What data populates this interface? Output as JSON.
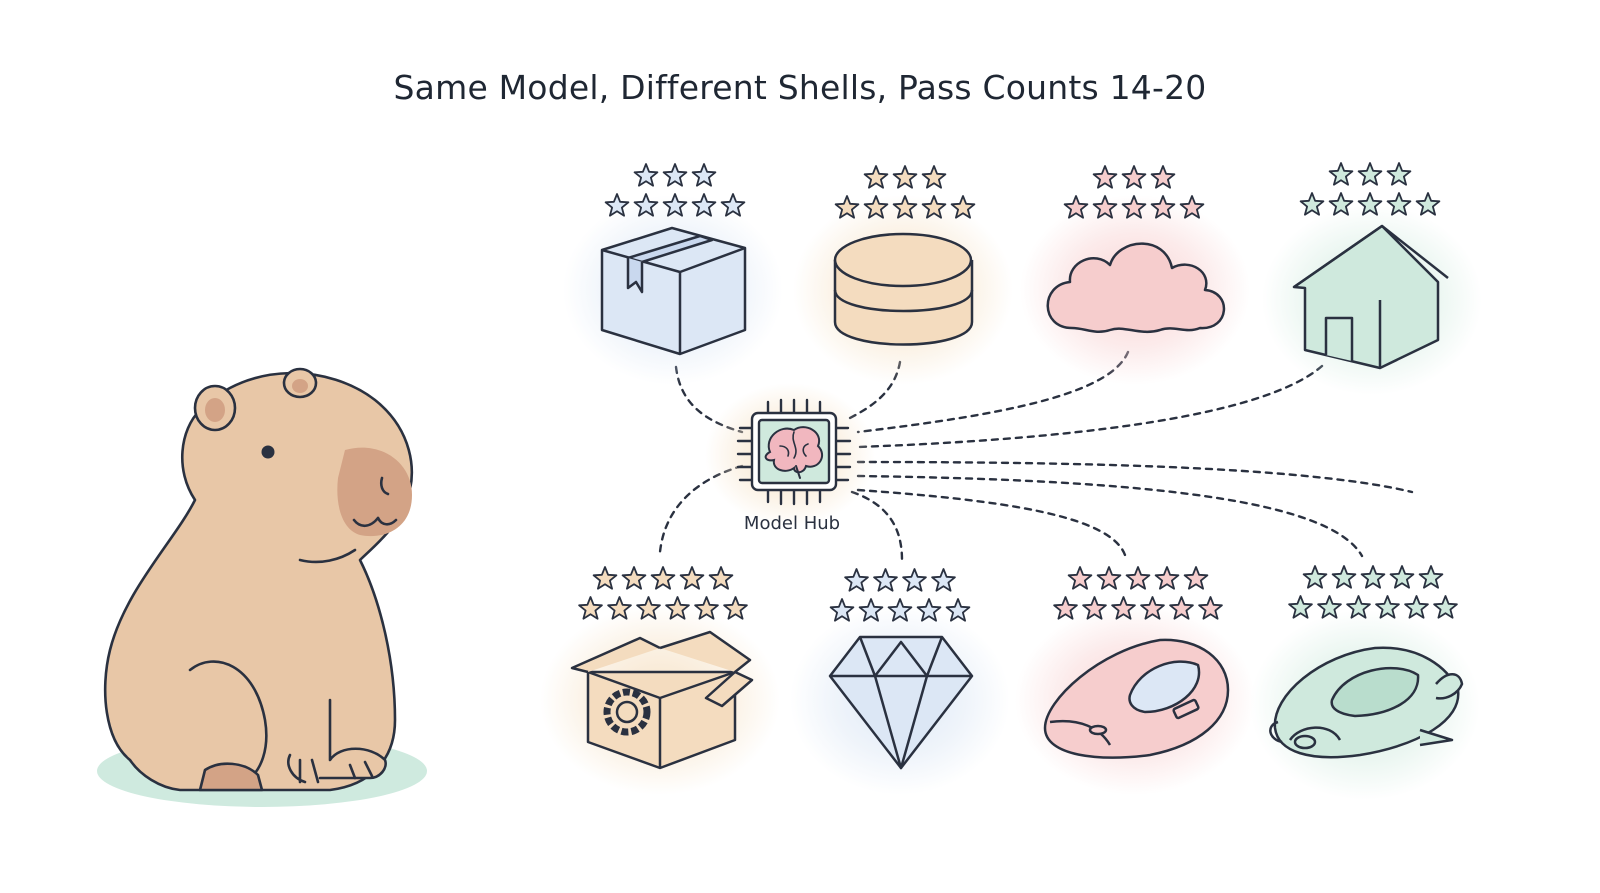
{
  "title": "Same Model, Different Shells, Pass Counts 14-20",
  "hub": {
    "label": "Model Hub",
    "icon": "brain-chip-icon"
  },
  "mascot": {
    "icon": "capybara-icon"
  },
  "colors": {
    "ink": "#2a3140",
    "blue": "#dce7f5",
    "tan": "#f4dcbf",
    "pink": "#f6cdcd",
    "mint": "#cfe9dd",
    "capybara": "#e8c7a7",
    "snout": "#d3a386",
    "shadow": "#cfeadf"
  },
  "shells": [
    {
      "id": "box",
      "icon": "package-icon",
      "stars": 8,
      "color": "#dce7f5",
      "row": "top"
    },
    {
      "id": "tub",
      "icon": "round-box-icon",
      "stars": 8,
      "color": "#f4dcbf",
      "row": "top"
    },
    {
      "id": "cloud",
      "icon": "cloud-icon",
      "stars": 8,
      "color": "#f6cdcd",
      "row": "top"
    },
    {
      "id": "house",
      "icon": "house-icon",
      "stars": 8,
      "color": "#cfe9dd",
      "row": "top"
    },
    {
      "id": "open-box",
      "icon": "open-box-gear-icon",
      "stars": 11,
      "color": "#f4dcbf",
      "row": "bottom"
    },
    {
      "id": "gem",
      "icon": "diamond-icon",
      "stars": 9,
      "color": "#dce7f5",
      "row": "bottom"
    },
    {
      "id": "pod-car",
      "icon": "pod-car-icon",
      "stars": 11,
      "color": "#f6cdcd",
      "row": "bottom"
    },
    {
      "id": "hover-car",
      "icon": "hover-car-icon",
      "stars": 11,
      "color": "#cfe9dd",
      "row": "bottom"
    }
  ]
}
